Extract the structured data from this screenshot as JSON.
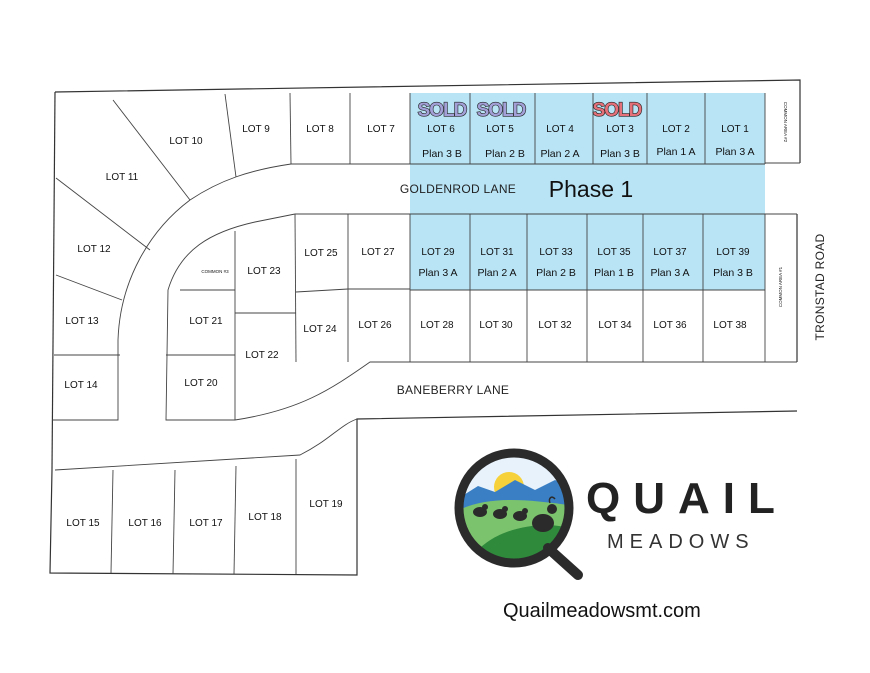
{
  "phase_label": "Phase 1",
  "website": "Quailmeadowsmt.com",
  "logo": {
    "word": "QUAIL",
    "subword": "MEADOWS"
  },
  "streets": {
    "goldenrod": "GOLDENROD LANE",
    "baneberry": "BANEBERRY LANE",
    "tronstad": "TRONSTAD ROAD"
  },
  "common_areas": {
    "north": "COMMON AREA #2",
    "south": "COMMON AREA #1",
    "inner": "COMMON #3"
  },
  "sold_label": "SOLD",
  "colors": {
    "phase_highlight": "#b8e4f6",
    "sold": "#e5727a",
    "sold_alt": "#a3a0d8",
    "logo_green": "#2f8a3c",
    "logo_sky": "#3a7fc4",
    "logo_sun": "#f6d13a"
  },
  "lots": {
    "lot1": {
      "label": "LOT 1",
      "plan": "Plan 3 A"
    },
    "lot2": {
      "label": "LOT 2",
      "plan": "Plan 1 A"
    },
    "lot3": {
      "label": "LOT 3",
      "plan": "Plan 3 B"
    },
    "lot4": {
      "label": "LOT 4",
      "plan": "Plan 2 A"
    },
    "lot5": {
      "label": "LOT 5",
      "plan": "Plan 2 B"
    },
    "lot6": {
      "label": "LOT 6",
      "plan": "Plan 3 B"
    },
    "lot7": {
      "label": "LOT 7"
    },
    "lot8": {
      "label": "LOT 8"
    },
    "lot9": {
      "label": "LOT 9"
    },
    "lot10": {
      "label": "LOT 10"
    },
    "lot11": {
      "label": "LOT 11"
    },
    "lot12": {
      "label": "LOT 12"
    },
    "lot13": {
      "label": "LOT 13"
    },
    "lot14": {
      "label": "LOT 14"
    },
    "lot15": {
      "label": "LOT 15"
    },
    "lot16": {
      "label": "LOT 16"
    },
    "lot17": {
      "label": "LOT 17"
    },
    "lot18": {
      "label": "LOT 18"
    },
    "lot19": {
      "label": "LOT 19"
    },
    "lot20": {
      "label": "LOT 20"
    },
    "lot21": {
      "label": "LOT 21"
    },
    "lot22": {
      "label": "LOT 22"
    },
    "lot23": {
      "label": "LOT 23"
    },
    "lot24": {
      "label": "LOT 24"
    },
    "lot25": {
      "label": "LOT 25"
    },
    "lot26": {
      "label": "LOT 26"
    },
    "lot27": {
      "label": "LOT 27"
    },
    "lot28": {
      "label": "LOT 28"
    },
    "lot29": {
      "label": "LOT 29",
      "plan": "Plan 3 A"
    },
    "lot30": {
      "label": "LOT 30"
    },
    "lot31": {
      "label": "LOT 31",
      "plan": "Plan 2 A"
    },
    "lot32": {
      "label": "LOT 32"
    },
    "lot33": {
      "label": "LOT 33",
      "plan": "Plan 2 B"
    },
    "lot34": {
      "label": "LOT 34"
    },
    "lot35": {
      "label": "LOT 35",
      "plan": "Plan 1 B"
    },
    "lot36": {
      "label": "LOT 36"
    },
    "lot37": {
      "label": "LOT 37",
      "plan": "Plan 3 A"
    },
    "lot38": {
      "label": "LOT 38"
    },
    "lot39": {
      "label": "LOT 39",
      "plan": "Plan 3 B"
    }
  }
}
